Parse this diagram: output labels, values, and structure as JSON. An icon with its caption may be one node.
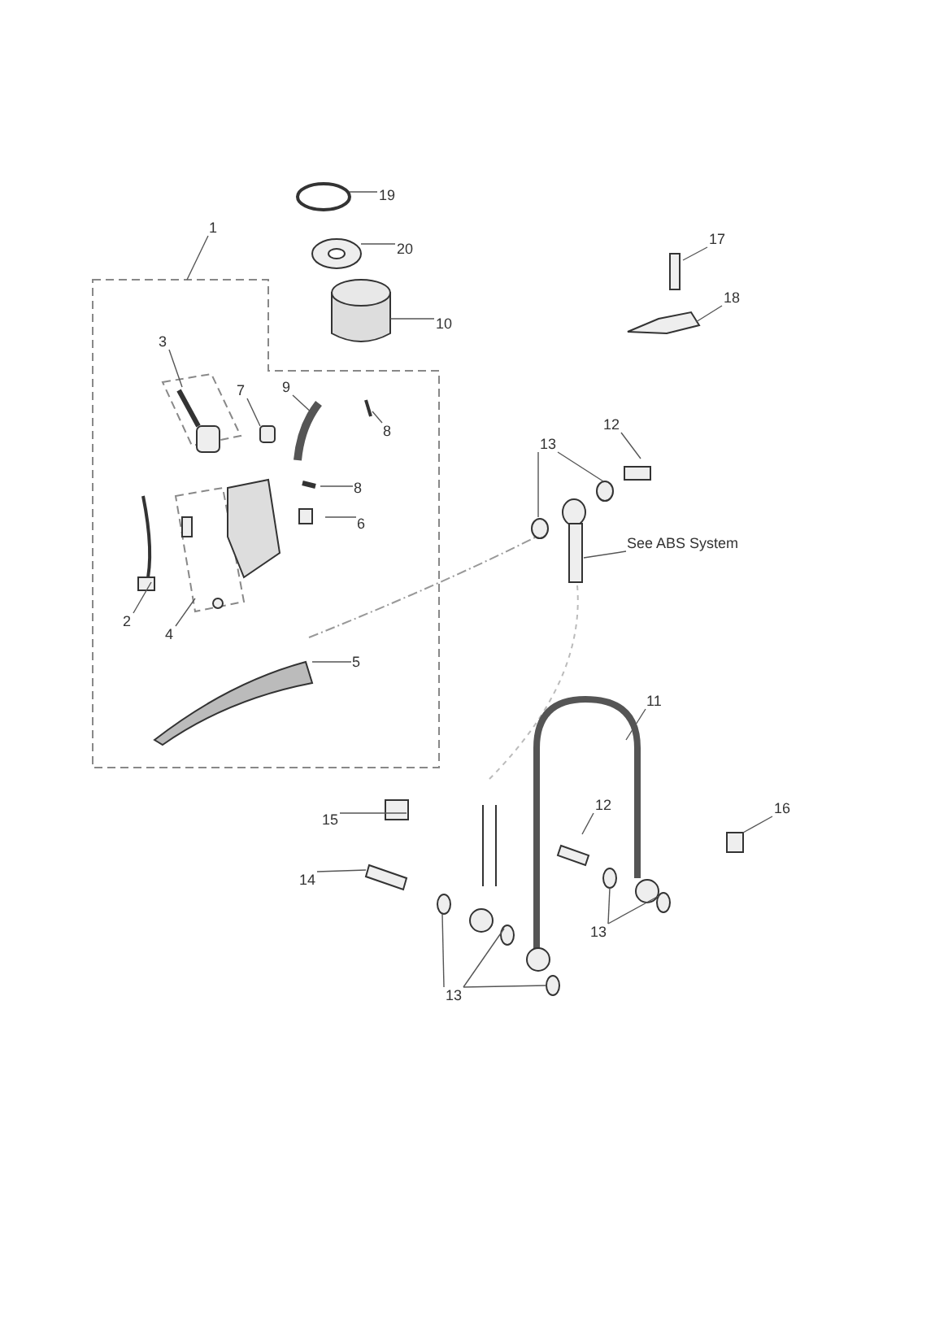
{
  "diagram": {
    "nodes": [
      {
        "text": [
          "1"
        ]
      },
      {
        "text": [
          "19"
        ]
      },
      {
        "text": [
          "20"
        ]
      },
      {
        "text": [
          "10"
        ]
      },
      {
        "text": [
          "17"
        ]
      },
      {
        "text": [
          "18"
        ]
      },
      {
        "text": [
          "3"
        ]
      },
      {
        "text": [
          "7"
        ]
      },
      {
        "text": [
          "9"
        ]
      },
      {
        "text": [
          "8"
        ]
      },
      {
        "text": [
          "8"
        ]
      },
      {
        "text": [
          "6"
        ]
      },
      {
        "text": [
          "13"
        ]
      },
      {
        "text": [
          "12"
        ]
      },
      {
        "text": [
          "See ABS System"
        ]
      },
      {
        "text": [
          "2"
        ]
      },
      {
        "text": [
          "4"
        ]
      },
      {
        "text": [
          "5"
        ]
      },
      {
        "text": [
          "11"
        ]
      },
      {
        "text": [
          "12"
        ]
      },
      {
        "text": [
          "15"
        ]
      },
      {
        "text": [
          "16"
        ]
      },
      {
        "text": [
          "14"
        ]
      },
      {
        "text": [
          "13"
        ]
      },
      {
        "text": [
          "13"
        ]
      }
    ],
    "edges": [
      {
        "from": 0,
        "to": null,
        "arrow": "none"
      },
      {
        "from": 1,
        "to": null,
        "arrow": "none"
      },
      {
        "from": 2,
        "to": null,
        "arrow": "none"
      },
      {
        "from": 3,
        "to": null,
        "arrow": "none"
      },
      {
        "from": 4,
        "to": null,
        "arrow": "none"
      },
      {
        "from": 5,
        "to": null,
        "arrow": "none"
      },
      {
        "from": 6,
        "to": null,
        "arrow": "none"
      },
      {
        "from": 7,
        "to": null,
        "arrow": "none"
      },
      {
        "from": 8,
        "to": null,
        "arrow": "none"
      },
      {
        "from": 9,
        "to": null,
        "arrow": "none"
      },
      {
        "from": 10,
        "to": null,
        "arrow": "none"
      },
      {
        "from": 11,
        "to": null,
        "arrow": "none"
      },
      {
        "from": 12,
        "to": null,
        "arrow": "none"
      },
      {
        "from": 12,
        "to": null,
        "arrow": "none"
      },
      {
        "from": 13,
        "to": null,
        "arrow": "none"
      },
      {
        "from": 14,
        "to": null,
        "arrow": "none"
      },
      {
        "from": 15,
        "to": null,
        "arrow": "none"
      },
      {
        "from": 16,
        "to": null,
        "arrow": "none"
      },
      {
        "from": 17,
        "to": null,
        "arrow": "none"
      },
      {
        "from": 18,
        "to": null,
        "arrow": "none"
      },
      {
        "from": 19,
        "to": null,
        "arrow": "none"
      },
      {
        "from": 20,
        "to": null,
        "arrow": "none"
      },
      {
        "from": 21,
        "to": null,
        "arrow": "none"
      },
      {
        "from": 22,
        "to": null,
        "arrow": "none"
      },
      {
        "from": 23,
        "to": null,
        "arrow": "none"
      },
      {
        "from": 23,
        "to": null,
        "arrow": "none"
      },
      {
        "from": 23,
        "to": null,
        "arrow": "none"
      },
      {
        "from": 24,
        "to": null,
        "arrow": "none"
      },
      {
        "from": 24,
        "to": null,
        "arrow": "none"
      }
    ]
  }
}
